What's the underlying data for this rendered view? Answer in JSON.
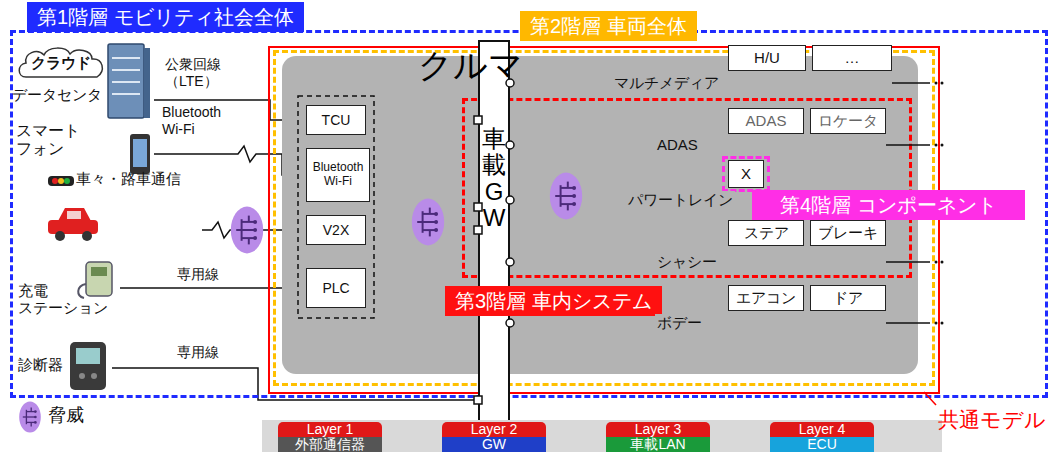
{
  "diagram": {
    "nodes": [
      {
        "text": [
          "第1階層 モビリティ社会全体"
        ]
      },
      {
        "text": [
          "共通モデル"
        ],
        "in": 0
      },
      {
        "text": [
          "第2階層 車両全体"
        ],
        "in": 1
      },
      {
        "text": [
          "クルマ"
        ],
        "in": 2
      },
      {
        "text": [
          "TCU"
        ],
        "in": 3
      },
      {
        "text": [
          "Bluetooth Wi-Fi"
        ],
        "in": 3
      },
      {
        "text": [
          "V2X"
        ],
        "in": 3
      },
      {
        "text": [
          "PLC"
        ],
        "in": 3
      },
      {
        "text": [
          "第3階層 車内システム"
        ],
        "in": 3
      },
      {
        "text": [
          "ADAS"
        ],
        "in": 8
      },
      {
        "text": [
          "ロケータ"
        ],
        "in": 8
      },
      {
        "text": [
          "第4階層 コンポーネント"
        ],
        "in": 8
      },
      {
        "text": [
          "X"
        ],
        "in": 11
      },
      {
        "text": [
          "ステア"
        ],
        "in": 8
      },
      {
        "text": [
          "ブレーキ"
        ],
        "in": 8
      },
      {
        "text": [
          "車載GW"
        ],
        "in": 3
      },
      {
        "text": [
          "H/U"
        ],
        "in": 3
      },
      {
        "text": [
          "…"
        ],
        "in": 3
      },
      {
        "text": [
          "エアコン"
        ],
        "in": 3
      },
      {
        "text": [
          "ドア"
        ],
        "in": 3
      },
      {
        "text": [
          "クラウド"
        ],
        "in": 0
      },
      {
        "text": [
          "データセンタ"
        ],
        "in": 0
      },
      {
        "text": [
          "スマート フォン"
        ],
        "in": 0
      },
      {
        "text": [
          "車々・路車通信"
        ],
        "in": 0
      },
      {
        "text": [
          "充電 ステーション"
        ],
        "in": 0
      },
      {
        "text": [
          "診断器"
        ],
        "in": 0
      },
      {
        "text": [
          "Layer 1",
          "外部通信器"
        ]
      },
      {
        "text": [
          "Layer 2",
          "GW"
        ]
      },
      {
        "text": [
          "Layer 3",
          "車載LAN"
        ]
      },
      {
        "text": [
          "Layer 4",
          "ECU"
        ]
      }
    ],
    "edges": [
      {
        "from": 21,
        "to": 4,
        "label": "公衆回線 （LTE）",
        "arrow": "none"
      },
      {
        "from": 22,
        "to": 5,
        "label": "Bluetooth Wi-Fi",
        "arrow": "none"
      },
      {
        "from": 23,
        "to": 6,
        "arrow": "none"
      },
      {
        "from": 24,
        "to": 7,
        "label": "専用線",
        "arrow": "none"
      },
      {
        "from": 25,
        "to": 15,
        "label": "専用線",
        "arrow": "none"
      },
      {
        "from": 4,
        "to": 15,
        "arrow": "none"
      },
      {
        "from": 5,
        "to": 15,
        "arrow": "none"
      },
      {
        "from": 6,
        "to": 15,
        "arrow": "none"
      },
      {
        "from": 15,
        "to": 16,
        "arrow": "none"
      },
      {
        "from": 15,
        "to": 17,
        "arrow": "none"
      },
      {
        "from": 15,
        "to": 9,
        "arrow": "none"
      },
      {
        "from": 15,
        "to": 10,
        "arrow": "none"
      },
      {
        "from": 15,
        "to": 12,
        "arrow": "none"
      },
      {
        "from": 15,
        "to": 13,
        "arrow": "none"
      },
      {
        "from": 15,
        "to": 14,
        "arrow": "none"
      },
      {
        "from": 15,
        "to": 18,
        "arrow": "none"
      },
      {
        "from": 15,
        "to": 19,
        "arrow": "none"
      }
    ],
    "labels": [
      "マルチメディア",
      "ADAS",
      "パワートレイン",
      "シャシー",
      "ボデー"
    ],
    "legend": [
      {
        "text": "脅威"
      }
    ]
  }
}
